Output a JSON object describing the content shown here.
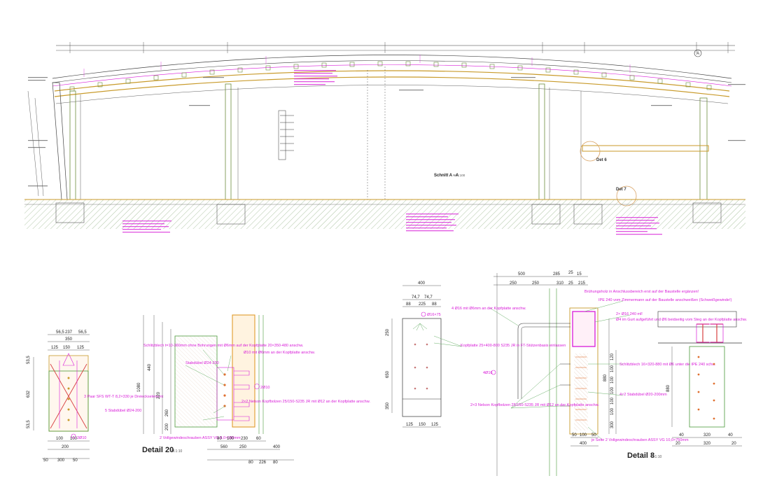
{
  "section": {
    "title": "Schnitt A - A",
    "scale": "M 1:100",
    "axis_marker": "A",
    "detail_refs": [
      "Det 6",
      "Det 7"
    ]
  },
  "detail20": {
    "title": "Detail 20",
    "scale": "M.1:10",
    "plan_dims_top": [
      "56,5",
      "237",
      "56,5"
    ],
    "plan_width": "350",
    "plan_dims_row": [
      "125",
      "150",
      "125"
    ],
    "plan_dims_bottom": [
      "100",
      "100"
    ],
    "plan_dims_bottom2": [
      "200"
    ],
    "plan_dims_bottom3": [
      "50",
      "300",
      "50"
    ],
    "side_height": "632",
    "side_dims": [
      "53,5",
      "53,5"
    ],
    "label_pair": "3 Paar SFS WT-T 8,2×330 je Dreieckselement",
    "label_rod": "5 Stabdübel Ø24-200",
    "label_dim1": "2Ø10",
    "label_schlitz": "Schlitzblech t=10-360mm ohne Bohrungen mit Ø6mm auf der Kopfplatte 20×350-480 anschw.",
    "label_stab": "Stabdübel Ø24-200",
    "label_plate": "Ø10 mit Ø6mm an der Kopfplatte anschw.",
    "label_nelson": "2×2 Nelson Kopfbolzen 25/150-S235 JR mit Ø12 an der Kopfplatte anschw.",
    "label_vollgew": "2 Vollgewindeschrauben ASSY VG 8,0×580mm",
    "label_2010": "2Ø10",
    "elev_dims_left": [
      "1080",
      "440",
      "220",
      "260",
      "200"
    ],
    "elev_dims_bottom": [
      "80",
      "100",
      "230",
      "60"
    ],
    "elev_dims_bottom2": [
      "560",
      "250",
      "400"
    ],
    "elev_dims_bottom3": [
      "80",
      "226",
      "80"
    ]
  },
  "detail8": {
    "title": "Detail 8",
    "scale": "M.1:10",
    "plan_width": "400",
    "plan_dims": [
      "74,7",
      "74,7"
    ],
    "plan_dims2": [
      "88",
      "225",
      "88"
    ],
    "plan_callout": "Ø16×75",
    "plan_height": [
      "250",
      "650",
      "350"
    ],
    "plan_dims_bottom": [
      "125",
      "150",
      "125"
    ],
    "label_4p16": "4Ø16",
    "top_dims": [
      "500",
      "285",
      "25",
      "15"
    ],
    "top_dims2": [
      "250",
      "250",
      "310",
      "25",
      "215"
    ],
    "label_bruhung": "Brühungsholz in Anschlussbereich erst auf der Baustelle ergänzen!",
    "label_ipe": "IPE 240 vom Zimmermann auf der Baustelle anschweißen (Schweißgewinde!)",
    "label_24": "2× Ø16 240 mF",
    "label_fa": "Ø4 im Gurt aufgeführt und Ø6 beidseitig vom Steg an der Kopfplatte anschw.",
    "label_4n16": "4 Ø16 mit Ø6mm an der Kopfplatte anschw.",
    "label_kopfpl": "Kopfplatte 25×400-800 S235 JR in FT-Stützenbasis einlassen",
    "label_schl": "Schlitzblech 16×320-880 mit Ø6 unter die IPE 240 schw.",
    "label_stab": "4×2 Stabdübel Ø20-200mm",
    "label_nelson": "2×3 Nelson Kopfbolzen 25/150-S235 JR mit Ø12 an der Kopfplatte anschw.",
    "label_vollgew": "je Seite 2 Vollgewindeschrauben ASSY VG 10,0×750mm",
    "elev_dims_right": [
      "880",
      "120",
      "100",
      "100",
      "100",
      "100",
      "100",
      "300"
    ],
    "elev_dims_bottom": [
      "50",
      "100",
      "50"
    ],
    "elev_dims_bottom2": [
      "400"
    ],
    "right_dims_bottom": [
      "40",
      "320",
      "40"
    ],
    "right_dims_bottom2": [
      "20",
      "320",
      "20"
    ],
    "right_height": "880"
  }
}
